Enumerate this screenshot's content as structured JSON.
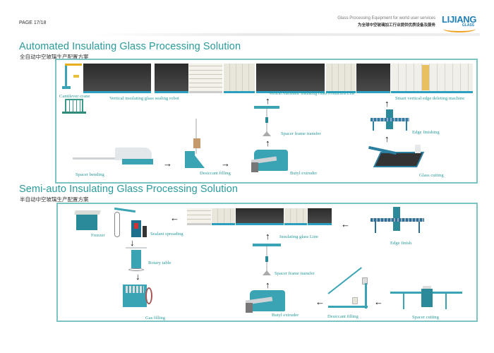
{
  "header": {
    "page": "PAGE 17/18",
    "tagline_en": "Glass Processing Equipment for world user services",
    "tagline_cn": "为全球中空玻璃加工行业提供优质设备及服务",
    "logo_main": "LIJIANG",
    "logo_sub": "GLASS"
  },
  "automated": {
    "title": "Automated Insulating Glass Processing Solution",
    "subtitle": "全自动中空玻璃生产配置方案",
    "labels": {
      "cantilever_crane": "Cantilever crane",
      "sealing_robot": "Vertical insulating glass sealing robot",
      "production_line": "Vertical Automatic  Insulating Glass Production Line",
      "edge_deleting": "Smart vertical edge deleting machine",
      "spacer_frame_transfer": "Spacer frame transfer",
      "edge_finishing": "Edge finishing",
      "spacer_bending": "Spacer bending",
      "desiccant_filling": "Desiccant filling",
      "butyl_extruder": "Butyl extruder",
      "glass_cutting": "Glass cutting"
    },
    "arrows": {
      "right": "→",
      "up": "↑"
    }
  },
  "semiauto": {
    "title": "Semi-auto Insulating Glass Processing Solution",
    "subtitle": "半自动中空玻璃生产配置方案",
    "labels": {
      "freezer": "Freezer",
      "sealant_spreading": "Sealant spreading",
      "rotary_table": "Rotary table",
      "gas_filling": "Gas filling",
      "insulating_glass_line": "Insulating glass Line",
      "edge_finish": "Edge finish",
      "spacer_frame_transfer": "Spacer frame transfer",
      "butyl_extruder": "Butyl extruder",
      "desiccant_filling": "Desiccant filling",
      "spacer_cutting": "Spacer cutting"
    },
    "arrows": {
      "left": "←",
      "up": "↑",
      "down": "↓"
    }
  }
}
